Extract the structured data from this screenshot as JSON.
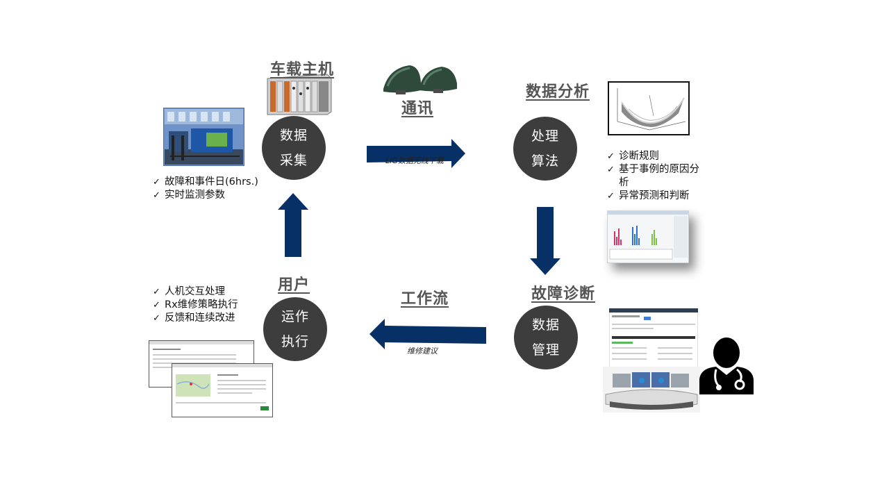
{
  "nodes": {
    "collect": {
      "heading": "车载主机",
      "circle": [
        "数据",
        "采集"
      ]
    },
    "comm": {
      "heading": "通讯"
    },
    "analysis": {
      "heading": "数据分析",
      "circle": [
        "处理",
        "算法"
      ]
    },
    "diagnosis": {
      "heading": "故障诊断",
      "circle": [
        "数据",
        "管理"
      ]
    },
    "workflow": {
      "heading": "工作流"
    },
    "user": {
      "heading": "用户",
      "circle": [
        "运作",
        "执行"
      ]
    }
  },
  "lists": {
    "collect": [
      "故障和事件日(6hrs.)",
      "实时监测参数"
    ],
    "analysis": [
      "诊断规则",
      "基于事例的原因分析",
      "异常预测和判断"
    ],
    "user": [
      "人机交互处理",
      "Rx维修策略执行",
      "反馈和连续改进"
    ]
  },
  "arrows": {
    "right_label": "LIG数据无线下载",
    "left_label": "维修建议"
  },
  "colors": {
    "arrow": "#073066",
    "circle": "#3d3d3d",
    "heading": "#555555"
  },
  "icons": [
    "locomotive-photo",
    "onboard-host-image",
    "antenna-icon",
    "surface-plot-image",
    "bar-chart-screenshot",
    "diagnostic-screenshot",
    "control-center-image",
    "doctor-icon",
    "app-screenshot-back",
    "app-screenshot-front"
  ]
}
